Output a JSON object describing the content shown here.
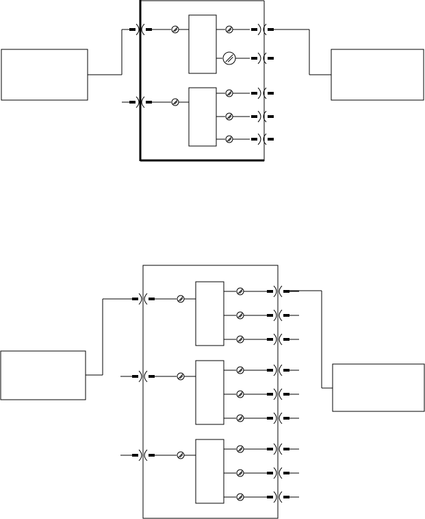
{
  "diagrams": [
    {
      "id": "top",
      "inputs": 2,
      "splitter_outputs": [
        2,
        3
      ],
      "left_box_text": "",
      "right_box_text": ""
    },
    {
      "id": "bottom",
      "inputs": 3,
      "splitter_outputs": [
        3,
        3,
        3
      ],
      "left_box_text": "",
      "right_box_text": ""
    }
  ],
  "icons": {
    "connector": "fiber-adapter-icon",
    "attenuator": "attenuator-icon",
    "splitter": "splitter-box"
  }
}
